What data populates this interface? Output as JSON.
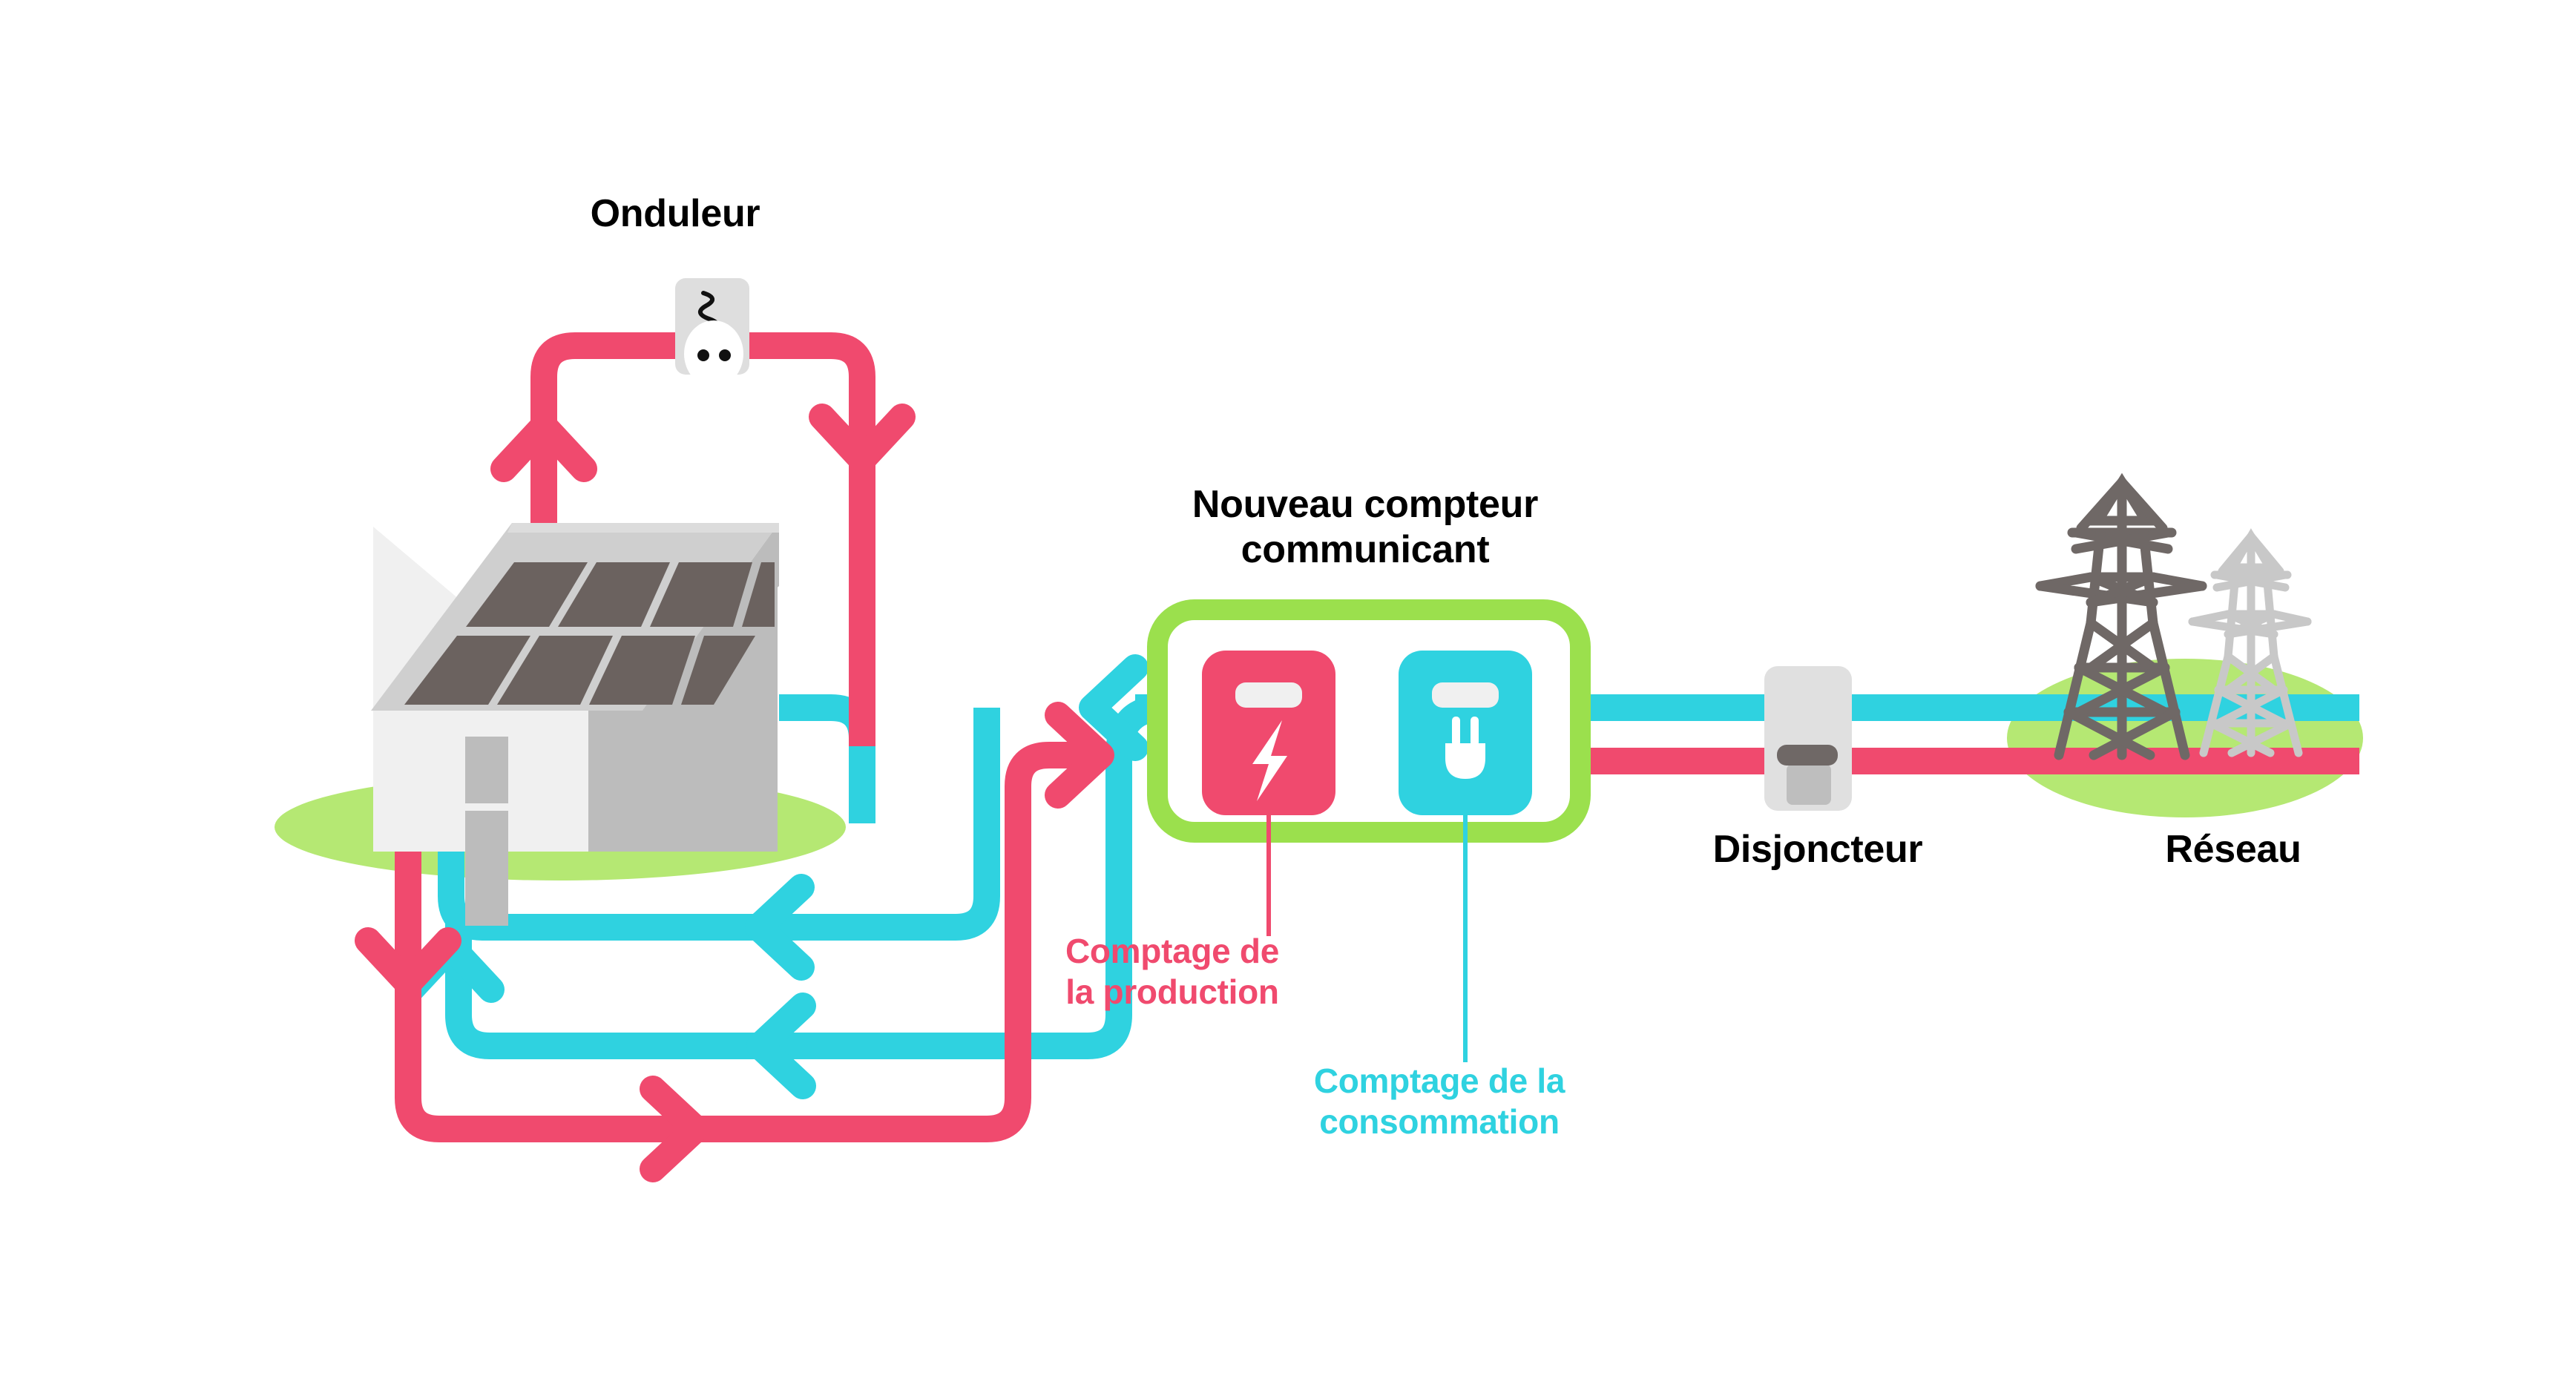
{
  "diagram": {
    "title": "Schéma de raccordement photovoltaïque avec nouveau compteur communicant",
    "labels": {
      "onduleur": "Onduleur",
      "compteur": "Nouveau compteur\ncommunicant",
      "disjoncteur": "Disjoncteur",
      "reseau": "Réseau",
      "comptage_production": "Comptage de\nla production",
      "comptage_consommation": "Comptage de la\nconsommation"
    },
    "colors": {
      "production_pink": "#F04A6E",
      "consumption_cyan": "#2FD2E0",
      "meter_frame_green": "#9BE04D",
      "grass_green": "#B5E873",
      "pylon_dark": "#6F6866",
      "pylon_light": "#C8C8C8",
      "device_gray": "#E0E0E0",
      "house_front": "#F0F0F0",
      "house_side": "#BCBCBC",
      "panel_dark": "#6B625F",
      "text_black": "#000000"
    },
    "nodes": [
      {
        "id": "inverter",
        "name": "Onduleur",
        "icon": "inverter-socket-icon"
      },
      {
        "id": "house",
        "name": "Maison avec panneaux solaires",
        "icon": "house-solar-icon"
      },
      {
        "id": "meter",
        "name": "Nouveau compteur communicant",
        "icon": "smart-meter-icon"
      },
      {
        "id": "production-module",
        "name": "Comptage de la production",
        "icon": "lightning-bolt-icon",
        "color": "#F04A6E"
      },
      {
        "id": "consumption-module",
        "name": "Comptage de la consommation",
        "icon": "power-plug-icon",
        "color": "#2FD2E0"
      },
      {
        "id": "breaker",
        "name": "Disjoncteur",
        "icon": "circuit-breaker-icon"
      },
      {
        "id": "grid",
        "name": "Réseau",
        "icon": "transmission-pylon-icon"
      }
    ],
    "flows": [
      {
        "id": "production-flow",
        "color": "#F04A6E",
        "legend": "Comptage de la production",
        "direction": "maison vers réseau"
      },
      {
        "id": "consumption-flow",
        "color": "#2FD2E0",
        "legend": "Comptage de la consommation",
        "direction": "réseau vers maison"
      }
    ]
  }
}
